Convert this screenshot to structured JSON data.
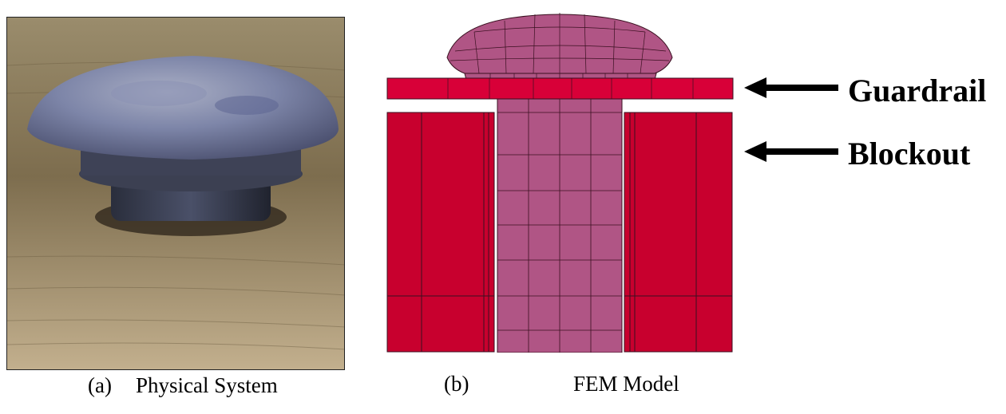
{
  "figure": {
    "panel_a": {
      "label": "(a)",
      "caption": "Physical System",
      "content": "photograph of guardrail bolt head in wood"
    },
    "panel_b": {
      "label": "(b)",
      "caption": "FEM Model",
      "colors": {
        "bolt": "#b05585",
        "blockout": "#c8002e",
        "guardrail": "#d80038",
        "mesh_line": "#3a1020"
      }
    },
    "callouts": [
      {
        "text": "Guardrail",
        "icon": "arrow-left-icon"
      },
      {
        "text": "Blockout",
        "icon": "arrow-left-icon"
      }
    ]
  }
}
